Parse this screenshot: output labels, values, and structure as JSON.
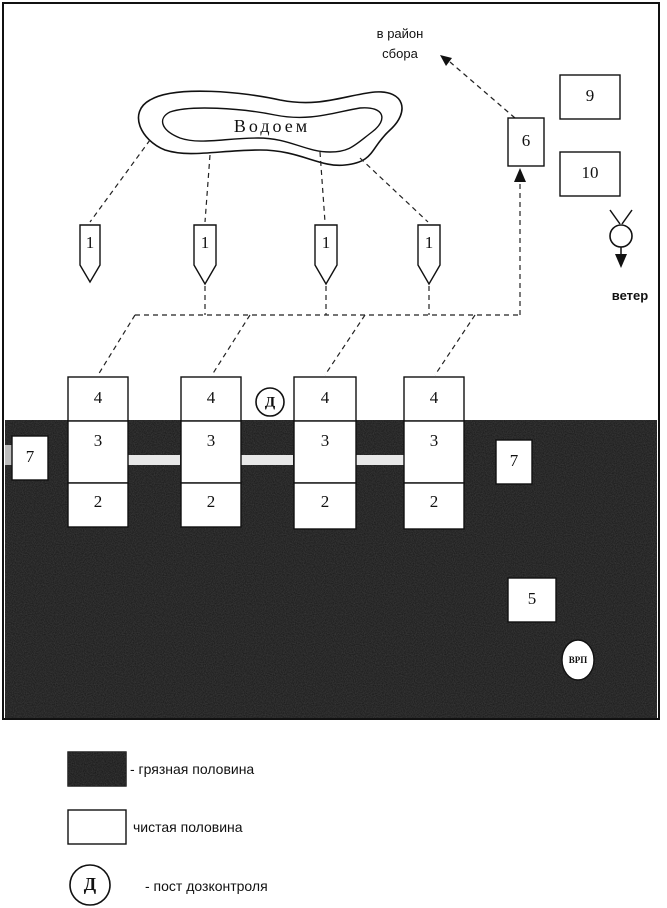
{
  "diagram": {
    "lake_label": "Водоем",
    "collection_label_line1": "в район",
    "collection_label_line2": "сбора",
    "wind_label": "ветер",
    "vehicle_label": "1",
    "box6_label": "6",
    "box9_label": "9",
    "box10_label": "10",
    "box4_label": "4",
    "box3_label": "3",
    "box2_label": "2",
    "box7_label": "7",
    "box5_label": "5",
    "control_post_label": "Д",
    "oval_label": "ВРП"
  },
  "legend": {
    "dirty_half": "- грязная половина",
    "clean_half": "чистая половина",
    "control_post_symbol": "Д",
    "control_post": "- пост дозконтроля"
  },
  "colors": {
    "dirty_zone": "#161616",
    "clean_zone": "#ffffff",
    "ink": "#111111"
  }
}
